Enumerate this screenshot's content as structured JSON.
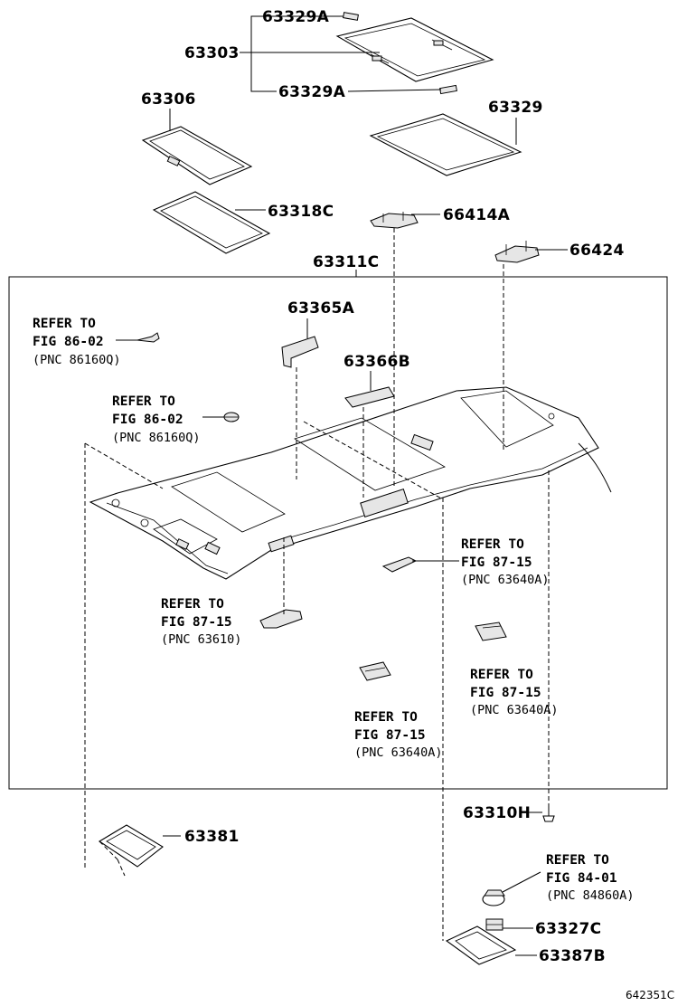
{
  "figure_id": "642351C",
  "labels": {
    "p63329A_top": "63329A",
    "p63303": "63303",
    "p63329A_bottom": "63329A",
    "p63306": "63306",
    "p63329": "63329",
    "p63318C": "63318C",
    "p66414A": "66414A",
    "p66424": "66424",
    "p63311C": "63311C",
    "p63365A": "63365A",
    "p63366B": "63366B",
    "p63310H": "63310H",
    "p63381": "63381",
    "p63327C": "63327C",
    "p63387B": "63387B"
  },
  "references": {
    "r1": {
      "refer": "REFER TO",
      "fig": "FIG 86-02",
      "pnc": "(PNC 86160Q)"
    },
    "r2": {
      "refer": "REFER TO",
      "fig": "FIG 86-02",
      "pnc": "(PNC 86160Q)"
    },
    "r3": {
      "refer": "REFER TO",
      "fig": "FIG 87-15",
      "pnc": "(PNC 63640A)"
    },
    "r4": {
      "refer": "REFER TO",
      "fig": "FIG 87-15",
      "pnc": "(PNC 63610)"
    },
    "r5": {
      "refer": "REFER TO",
      "fig": "FIG 87-15",
      "pnc": "(PNC 63640A)"
    },
    "r6": {
      "refer": "REFER TO",
      "fig": "FIG 87-15",
      "pnc": "(PNC 63640A)"
    },
    "r7": {
      "refer": "REFER TO",
      "fig": "FIG 84-01",
      "pnc": "(PNC 84860A)"
    }
  }
}
